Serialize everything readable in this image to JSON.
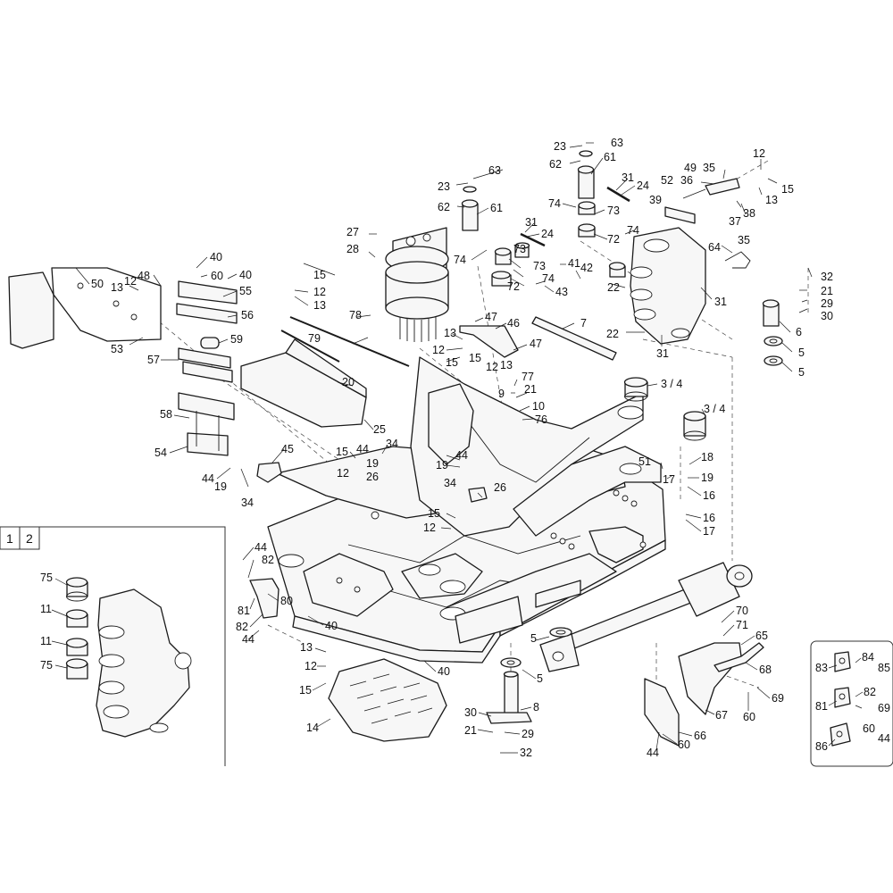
{
  "tabs": [
    "1",
    "2"
  ],
  "callouts": [
    {
      "id": "c63a",
      "text": "63"
    },
    {
      "id": "c23a",
      "text": "23"
    },
    {
      "id": "c62a",
      "text": "62"
    },
    {
      "id": "c61a",
      "text": "61"
    },
    {
      "id": "c31a",
      "text": "31"
    },
    {
      "id": "c24a",
      "text": "24"
    },
    {
      "id": "c74a",
      "text": "74"
    },
    {
      "id": "c73a",
      "text": "73"
    },
    {
      "id": "c72a",
      "text": "72"
    },
    {
      "id": "c74b",
      "text": "74"
    },
    {
      "id": "c49",
      "text": "49"
    },
    {
      "id": "c35a",
      "text": "35"
    },
    {
      "id": "c36",
      "text": "36"
    },
    {
      "id": "c52",
      "text": "52"
    },
    {
      "id": "c39",
      "text": "39"
    },
    {
      "id": "c37",
      "text": "37"
    },
    {
      "id": "c38",
      "text": "38"
    },
    {
      "id": "c12a",
      "text": "12"
    },
    {
      "id": "c15a",
      "text": "15"
    },
    {
      "id": "c13a",
      "text": "13"
    },
    {
      "id": "c35b",
      "text": "35"
    },
    {
      "id": "c64",
      "text": "64"
    },
    {
      "id": "c31b",
      "text": "31"
    },
    {
      "id": "c22a",
      "text": "22"
    },
    {
      "id": "c31c",
      "text": "31"
    },
    {
      "id": "c22b",
      "text": "22"
    },
    {
      "id": "c23b",
      "text": "23"
    },
    {
      "id": "c63b",
      "text": "63"
    },
    {
      "id": "c62b",
      "text": "62"
    },
    {
      "id": "c61b",
      "text": "61"
    },
    {
      "id": "c31d",
      "text": "31"
    },
    {
      "id": "c24b",
      "text": "24"
    },
    {
      "id": "c74c",
      "text": "74"
    },
    {
      "id": "c73b",
      "text": "73"
    },
    {
      "id": "c73c",
      "text": "73"
    },
    {
      "id": "c72b",
      "text": "72"
    },
    {
      "id": "c74d",
      "text": "74"
    },
    {
      "id": "c43",
      "text": "43"
    },
    {
      "id": "c41",
      "text": "41"
    },
    {
      "id": "c42",
      "text": "42"
    },
    {
      "id": "c32a",
      "text": "32"
    },
    {
      "id": "c21a",
      "text": "21"
    },
    {
      "id": "c29a",
      "text": "29"
    },
    {
      "id": "c30a",
      "text": "30"
    },
    {
      "id": "c6",
      "text": "6"
    },
    {
      "id": "c5a",
      "text": "5"
    },
    {
      "id": "c5b",
      "text": "5"
    },
    {
      "id": "c27",
      "text": "27"
    },
    {
      "id": "c28",
      "text": "28"
    },
    {
      "id": "c7",
      "text": "7"
    },
    {
      "id": "c46",
      "text": "46"
    },
    {
      "id": "c47a",
      "text": "47"
    },
    {
      "id": "c47b",
      "text": "47"
    },
    {
      "id": "c13b",
      "text": "13"
    },
    {
      "id": "c12b",
      "text": "12"
    },
    {
      "id": "c15b",
      "text": "15"
    },
    {
      "id": "c15c",
      "text": "15"
    },
    {
      "id": "c12c",
      "text": "12"
    },
    {
      "id": "c13c",
      "text": "13"
    },
    {
      "id": "c40a",
      "text": "40"
    },
    {
      "id": "c60a",
      "text": "60"
    },
    {
      "id": "c40b",
      "text": "40"
    },
    {
      "id": "c48",
      "text": "48"
    },
    {
      "id": "c50",
      "text": "50"
    },
    {
      "id": "c13d",
      "text": "13"
    },
    {
      "id": "c12d",
      "text": "12"
    },
    {
      "id": "c55",
      "text": "55"
    },
    {
      "id": "c56",
      "text": "56"
    },
    {
      "id": "c53",
      "text": "53"
    },
    {
      "id": "c59",
      "text": "59"
    },
    {
      "id": "c57",
      "text": "57"
    },
    {
      "id": "c15d",
      "text": "15"
    },
    {
      "id": "c12e",
      "text": "12"
    },
    {
      "id": "c13e",
      "text": "13"
    },
    {
      "id": "c78",
      "text": "78"
    },
    {
      "id": "c79",
      "text": "79"
    },
    {
      "id": "c20",
      "text": "20"
    },
    {
      "id": "c58",
      "text": "58"
    },
    {
      "id": "c54",
      "text": "54"
    },
    {
      "id": "c25",
      "text": "25"
    },
    {
      "id": "c45",
      "text": "45"
    },
    {
      "id": "c44a",
      "text": "44"
    },
    {
      "id": "c19a",
      "text": "19"
    },
    {
      "id": "c34a",
      "text": "34"
    },
    {
      "id": "c15e",
      "text": "15"
    },
    {
      "id": "c44b",
      "text": "44"
    },
    {
      "id": "c34b",
      "text": "34"
    },
    {
      "id": "c12f",
      "text": "12"
    },
    {
      "id": "c19b",
      "text": "19"
    },
    {
      "id": "c26a",
      "text": "26"
    },
    {
      "id": "c44c",
      "text": "44"
    },
    {
      "id": "c19c",
      "text": "19"
    },
    {
      "id": "c34c",
      "text": "34"
    },
    {
      "id": "c26b",
      "text": "26"
    },
    {
      "id": "c15f",
      "text": "15"
    },
    {
      "id": "c12g",
      "text": "12"
    },
    {
      "id": "c77",
      "text": "77"
    },
    {
      "id": "c9",
      "text": "9"
    },
    {
      "id": "c21b",
      "text": "21"
    },
    {
      "id": "c10",
      "text": "10"
    },
    {
      "id": "c76",
      "text": "76"
    },
    {
      "id": "c3_4a",
      "text": "3 / 4"
    },
    {
      "id": "c3_4b",
      "text": "3 / 4"
    },
    {
      "id": "c18",
      "text": "18"
    },
    {
      "id": "c51",
      "text": "51"
    },
    {
      "id": "c17a",
      "text": "17"
    },
    {
      "id": "c19d",
      "text": "19"
    },
    {
      "id": "c16a",
      "text": "16"
    },
    {
      "id": "c16b",
      "text": "16"
    },
    {
      "id": "c17b",
      "text": "17"
    },
    {
      "id": "c44d",
      "text": "44"
    },
    {
      "id": "c82a",
      "text": "82"
    },
    {
      "id": "c80",
      "text": "80"
    },
    {
      "id": "c81a",
      "text": "81"
    },
    {
      "id": "c82b",
      "text": "82"
    },
    {
      "id": "c44e",
      "text": "44"
    },
    {
      "id": "c40c",
      "text": "40"
    },
    {
      "id": "c40d",
      "text": "40"
    },
    {
      "id": "c5c",
      "text": "5"
    },
    {
      "id": "c5d",
      "text": "5"
    },
    {
      "id": "c13f",
      "text": "13"
    },
    {
      "id": "c12h",
      "text": "12"
    },
    {
      "id": "c15g",
      "text": "15"
    },
    {
      "id": "c14",
      "text": "14"
    },
    {
      "id": "c30b",
      "text": "30"
    },
    {
      "id": "c8",
      "text": "8"
    },
    {
      "id": "c21c",
      "text": "21"
    },
    {
      "id": "c29b",
      "text": "29"
    },
    {
      "id": "c32b",
      "text": "32"
    },
    {
      "id": "c70",
      "text": "70"
    },
    {
      "id": "c71",
      "text": "71"
    },
    {
      "id": "c65",
      "text": "65"
    },
    {
      "id": "c68",
      "text": "68"
    },
    {
      "id": "c69",
      "text": "69"
    },
    {
      "id": "c60b",
      "text": "60"
    },
    {
      "id": "c67",
      "text": "67"
    },
    {
      "id": "c66",
      "text": "66"
    },
    {
      "id": "c60c",
      "text": "60"
    },
    {
      "id": "c44f",
      "text": "44"
    },
    {
      "id": "c75a",
      "text": "75"
    },
    {
      "id": "c11a",
      "text": "11"
    },
    {
      "id": "c11b",
      "text": "11"
    },
    {
      "id": "c75b",
      "text": "75"
    },
    {
      "id": "c83",
      "text": "83"
    },
    {
      "id": "c84",
      "text": "84"
    },
    {
      "id": "c85",
      "text": "85"
    },
    {
      "id": "c81b",
      "text": "81"
    },
    {
      "id": "c82c",
      "text": "82"
    },
    {
      "id": "c69b",
      "text": "69"
    },
    {
      "id": "c86",
      "text": "86"
    },
    {
      "id": "c60d",
      "text": "60"
    },
    {
      "id": "c44g",
      "text": "44"
    }
  ]
}
